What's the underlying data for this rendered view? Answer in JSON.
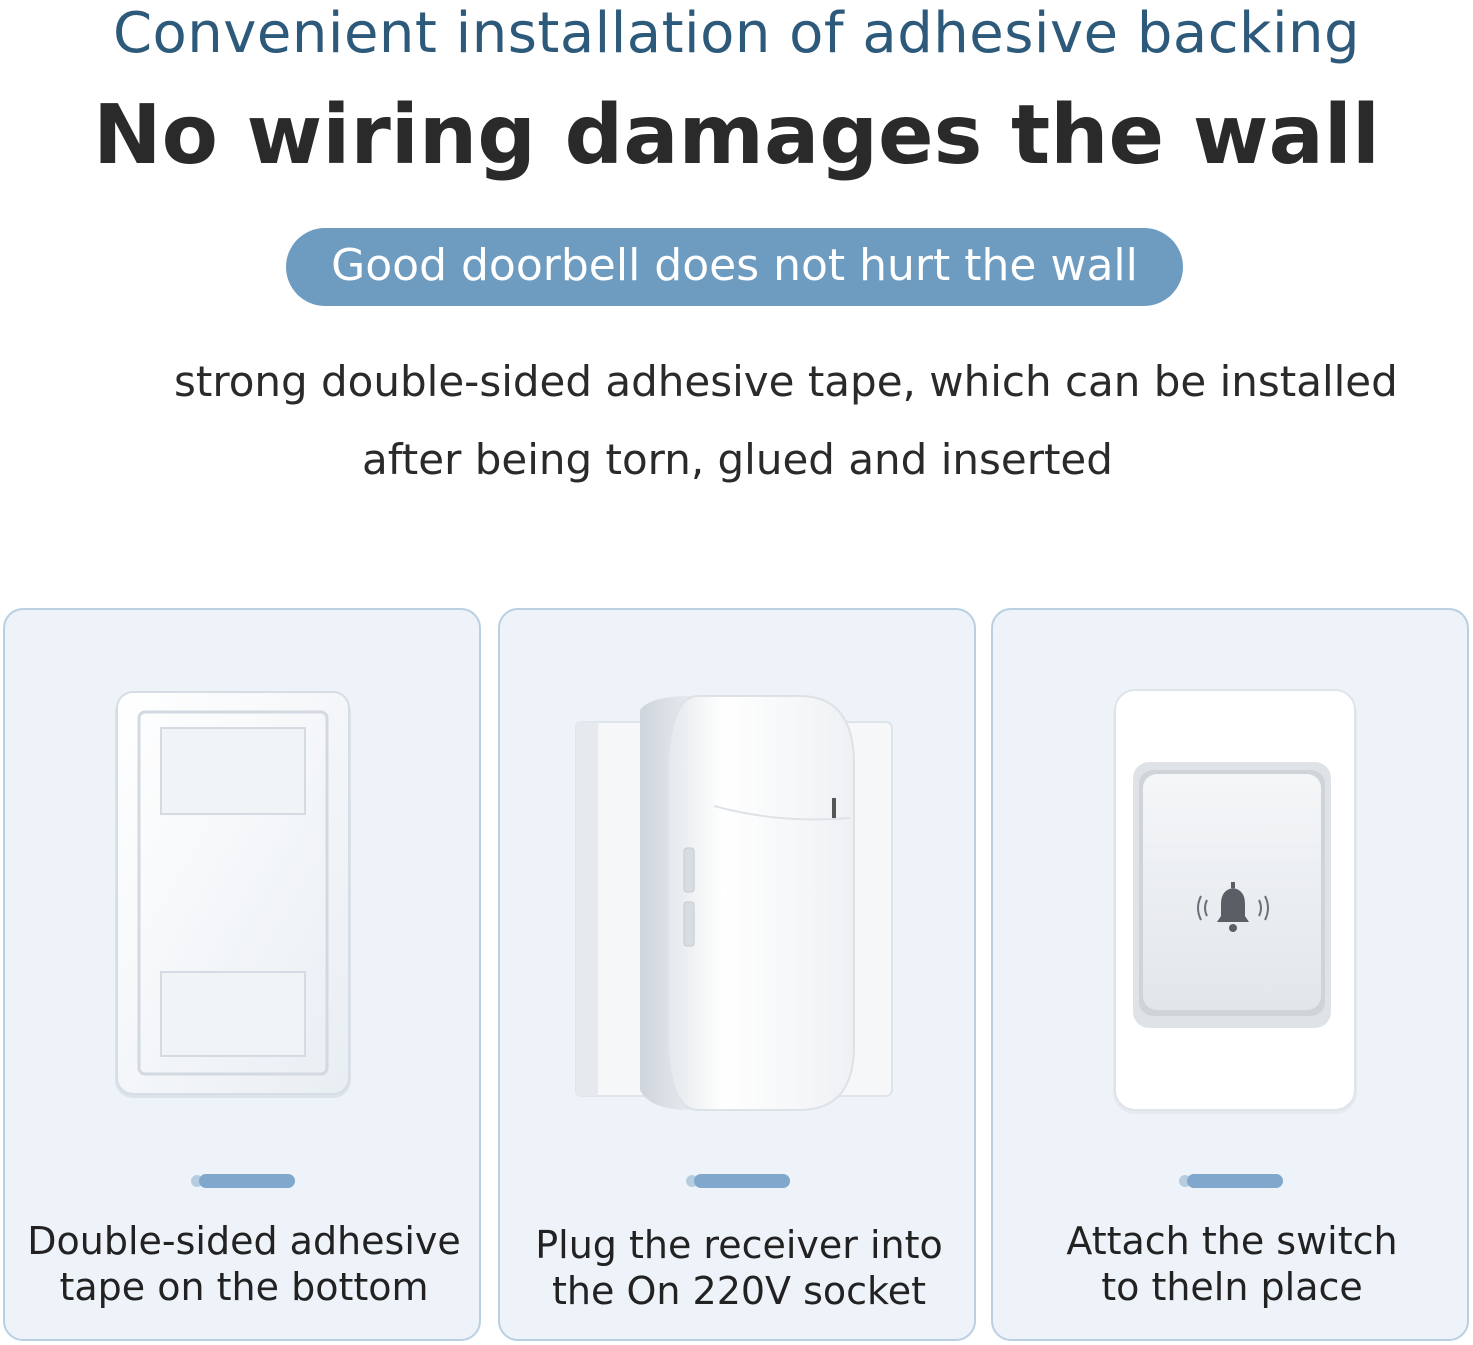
{
  "header": {
    "subtitle": "Convenient installation of adhesive backing",
    "title": "No wiring damages the wall",
    "pill_text": "Good doorbell does not hurt the wall",
    "description_line1": "strong double-sided adhesive tape, which can be installed",
    "description_line2": "after being torn, glued and inserted"
  },
  "steps": [
    {
      "caption_line1": "Double-sided adhesive",
      "caption_line2": "tape on the bottom",
      "icon": "adhesive-plate-icon"
    },
    {
      "caption_line1": "Plug the receiver into",
      "caption_line2": "the On 220V socket",
      "icon": "receiver-plug-icon"
    },
    {
      "caption_line1": "Attach the switch",
      "caption_line2": "to theln place",
      "icon": "doorbell-switch-icon"
    }
  ],
  "colors": {
    "title_blue": "#2d5a7a",
    "pill_blue": "#6e9cc0",
    "card_bg": "#eef3f9",
    "card_border": "#b9d0e2",
    "indicator": "#7fa8cc"
  }
}
